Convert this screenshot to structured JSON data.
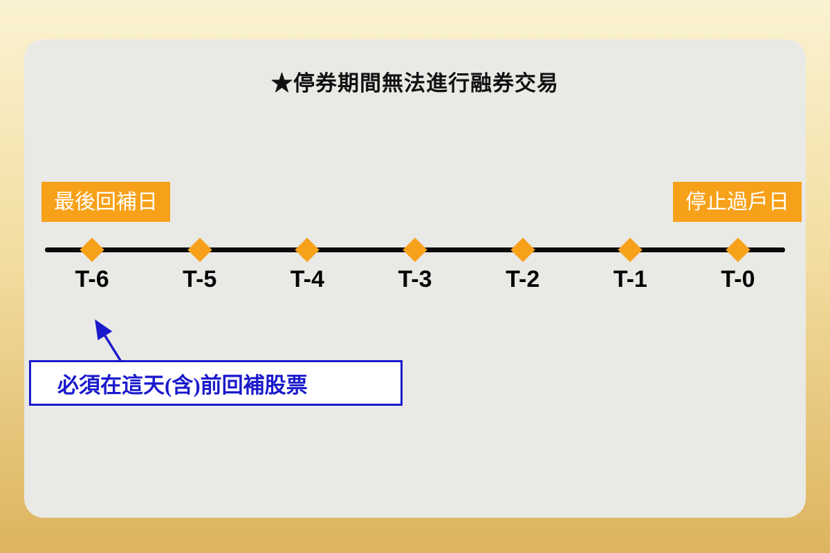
{
  "title": "★停券期間無法進行融券交易",
  "left_label": "最後回補日",
  "right_label": "停止過戶日",
  "timeline": {
    "points": [
      "T-6",
      "T-5",
      "T-4",
      "T-3",
      "T-2",
      "T-1",
      "T-0"
    ]
  },
  "callout": {
    "text": "必須在這天(含)前回補股票"
  },
  "colors": {
    "orange": "#f7a11a",
    "blue": "#1a1acc",
    "line": "#0b0b0b"
  }
}
